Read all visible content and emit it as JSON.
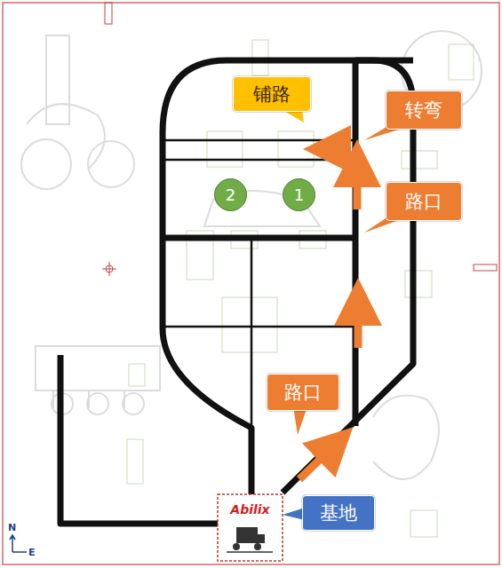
{
  "diagram": {
    "nodes": [
      {
        "text": [
          "铺路"
        ]
      },
      {
        "text": [
          "转弯"
        ]
      },
      {
        "text": [
          "路口"
        ]
      },
      {
        "text": [
          "2"
        ]
      },
      {
        "text": [
          "1"
        ]
      },
      {
        "text": [
          "路口"
        ]
      },
      {
        "text": [
          "Abilix"
        ]
      },
      {
        "text": [
          "基地"
        ]
      }
    ],
    "labels": [
      "N",
      "E"
    ]
  }
}
